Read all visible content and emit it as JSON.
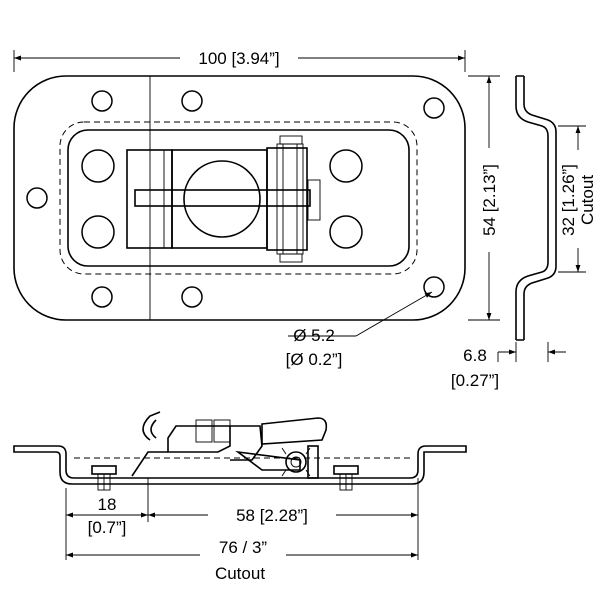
{
  "top_view": {
    "width_label": "100 [3.94”]",
    "height_label": "54 [2.13”]",
    "hole_label_line1": "Ø 5.2",
    "hole_label_line2": "[Ø 0.2”]"
  },
  "side_view": {
    "cutout_value": "32 [1.26”]",
    "cutout_word": "Cutout",
    "depth_line1": "6.8",
    "depth_line2": "[0.27”]"
  },
  "bottom_view": {
    "offset_line1": "18",
    "offset_line2": "[0.7”]",
    "span_label": "58 [2.28”]",
    "cutout_value": "76 / 3”",
    "cutout_word": "Cutout"
  }
}
